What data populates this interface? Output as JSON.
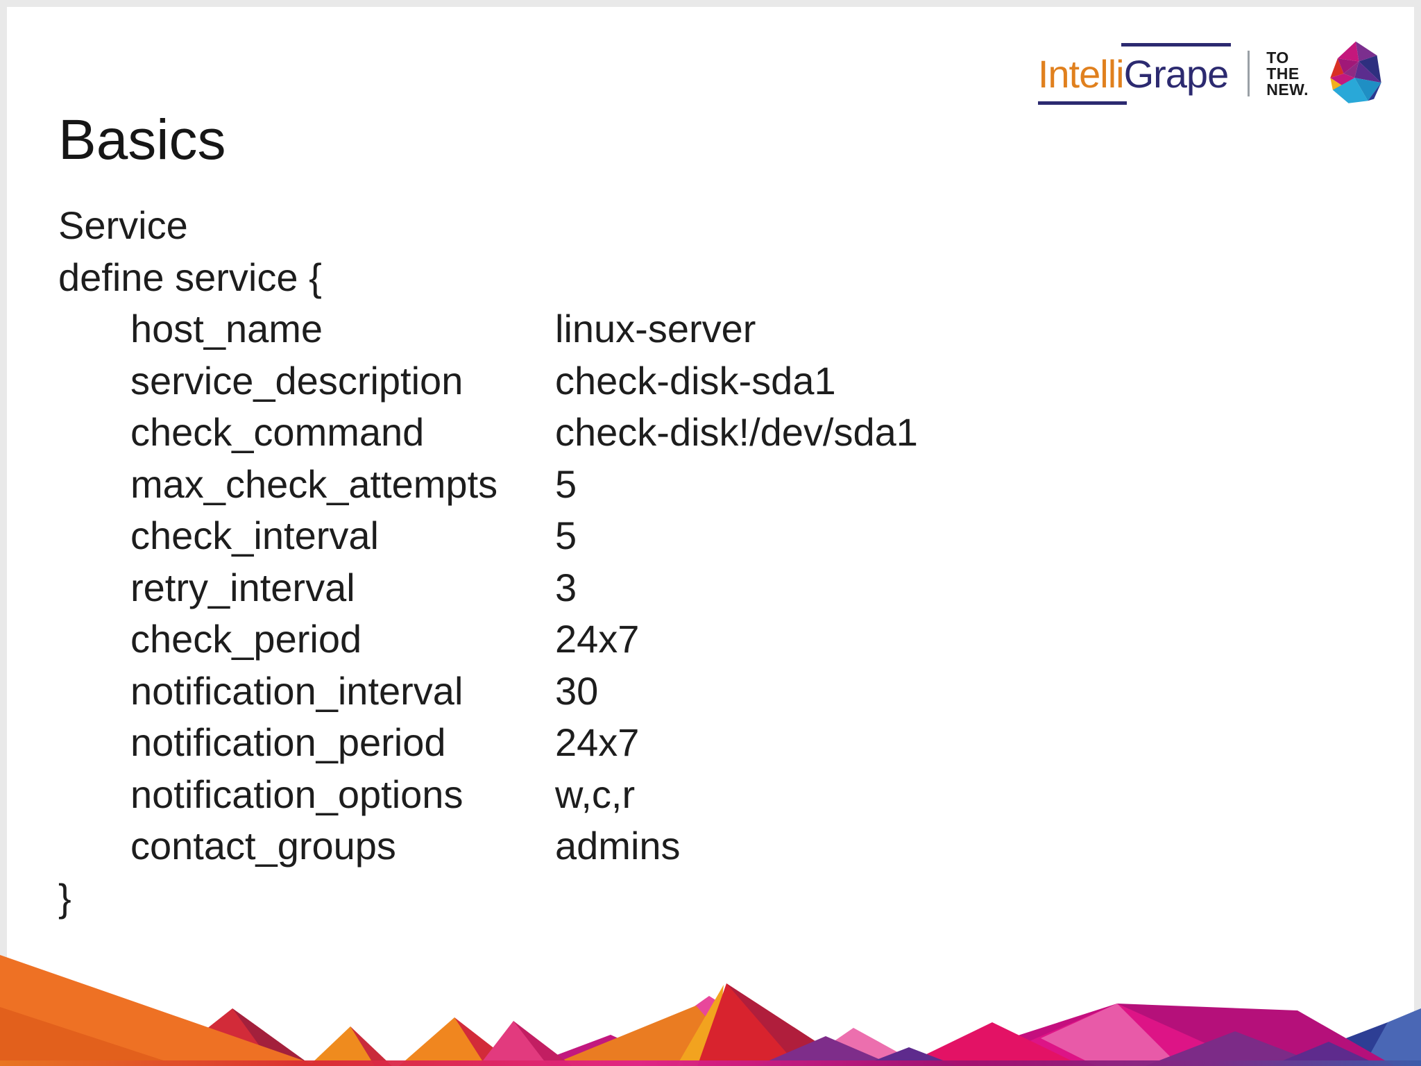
{
  "header": {
    "logo": {
      "intelli": "Intelli",
      "grape": "Grape",
      "tagline_line1": "TO",
      "tagline_line2": "THE",
      "tagline_line3": "NEW.",
      "colors": {
        "intelli_orange": "#E0801E",
        "grape_navy": "#2C2A70",
        "tagline_black": "#1b1b1b"
      }
    }
  },
  "slide": {
    "title": "Basics"
  },
  "config": {
    "intro_line1": "Service",
    "intro_line2": "define service {",
    "params": [
      {
        "label": "host_name",
        "value": "linux-server"
      },
      {
        "label": "service_description",
        "value": "check-disk-sda1"
      },
      {
        "label": "check_command",
        "value": "check-disk!/dev/sda1"
      },
      {
        "label": "max_check_attempts",
        "value": "5"
      },
      {
        "label": "check_interval",
        "value": "5"
      },
      {
        "label": "retry_interval",
        "value": "3"
      },
      {
        "label": "check_period",
        "value": "24x7"
      },
      {
        "label": "notification_interval",
        "value": "30"
      },
      {
        "label": "notification_period",
        "value": "24x7"
      },
      {
        "label": "notification_options",
        "value": "w,c,r"
      },
      {
        "label": "contact_groups",
        "value": "admins"
      }
    ],
    "closing_brace": "}"
  },
  "footer_palette": [
    "#EE7124",
    "#E2601C",
    "#D22B39",
    "#A3203C",
    "#EF8B1E",
    "#F2A31F",
    "#E23A7E",
    "#C21E62",
    "#E8479B",
    "#D8232E",
    "#B01E3C",
    "#7E2D8A",
    "#5E2B8D",
    "#E31265",
    "#C40F7E",
    "#DD1486",
    "#B5107A",
    "#E85AA8",
    "#7C2B87",
    "#2D3E94",
    "#4A67B5"
  ]
}
